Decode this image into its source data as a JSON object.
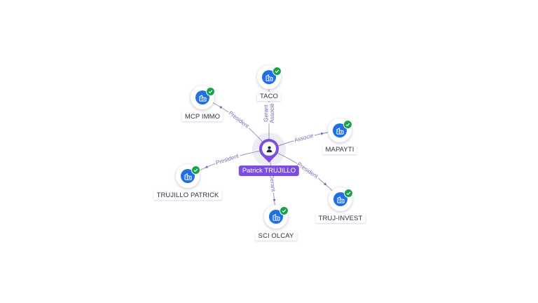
{
  "center": {
    "name": "Patrick TRUJILLO",
    "icon": "person-icon",
    "color": "#7b4ee0"
  },
  "nodes": [
    {
      "id": "taco",
      "name": "TACO",
      "relation": "Gerant\nAssocié",
      "icon": "building-icon",
      "verified": true
    },
    {
      "id": "mcp-immo",
      "name": "MCP IMMO",
      "relation": "President",
      "icon": "building-icon",
      "verified": true
    },
    {
      "id": "mapayti",
      "name": "MAPAYTI",
      "relation": "Associe",
      "icon": "building-icon",
      "verified": true
    },
    {
      "id": "trujillo-patrick",
      "name": "TRUJILLO PATRICK",
      "relation": "President",
      "icon": "building-icon",
      "verified": true
    },
    {
      "id": "truj-invest",
      "name": "TRUJ-INVEST",
      "relation": "President",
      "icon": "building-icon",
      "verified": true
    },
    {
      "id": "sci-olcay",
      "name": "SCI OLCAY",
      "relation": "Gerant",
      "icon": "building-icon",
      "verified": true
    }
  ],
  "colors": {
    "company": "#1f6fe5",
    "verified": "#17a34a",
    "edge": "#8a8fa6",
    "edge_label": "#7469b8"
  }
}
